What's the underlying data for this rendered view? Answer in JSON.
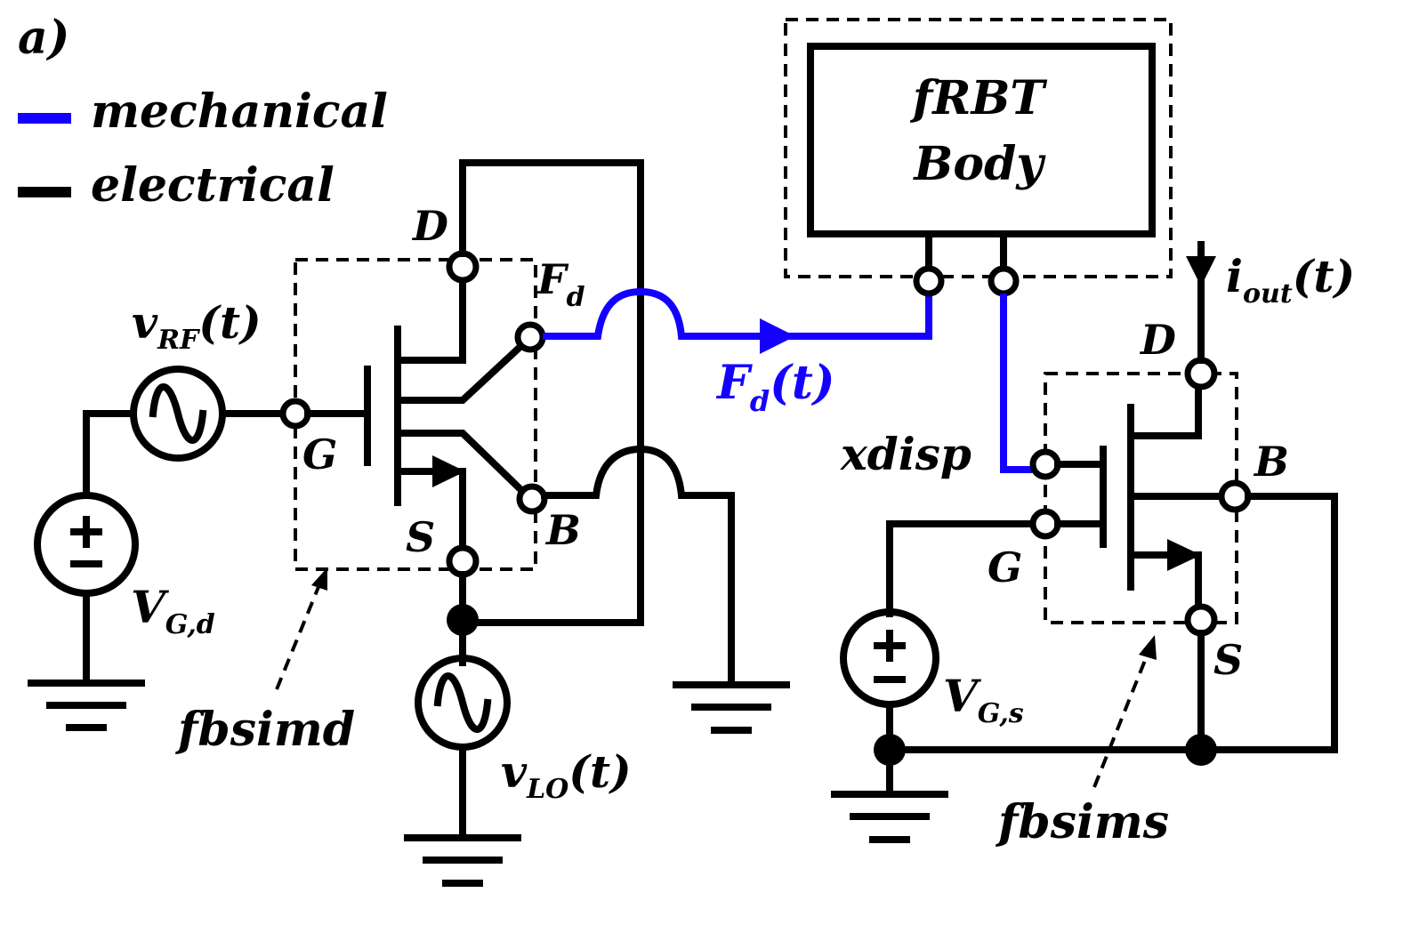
{
  "figure_label": "a)",
  "legend": {
    "mechanical": "mechanical",
    "electrical": "electrical"
  },
  "colors": {
    "mechanical": "#1400ff",
    "electrical": "#000000"
  },
  "drive": {
    "source_rf": {
      "name": "v",
      "sub": "RF",
      "arg": "(t)"
    },
    "source_gate": {
      "name": "V",
      "sub": "G,d"
    },
    "source_lo": {
      "name": "v",
      "sub": "LO",
      "arg": "(t)"
    },
    "device_label": "fbsimd",
    "pins": {
      "D": "D",
      "G": "G",
      "S": "S",
      "B": "B",
      "Fd": "F",
      "Fd_sub": "d"
    }
  },
  "force_signal": {
    "name": "F",
    "sub": "d",
    "arg": "(t)"
  },
  "body_block": {
    "line1": "fRBT",
    "line2": "Body"
  },
  "sense": {
    "source_gate": {
      "name": "V",
      "sub": "G,s"
    },
    "output_current": {
      "name": "i",
      "sub": "out",
      "arg": "(t)"
    },
    "device_label": "fbsims",
    "pins": {
      "D": "D",
      "G": "G",
      "S": "S",
      "B": "B",
      "xdisp": "xdisp"
    }
  },
  "icons": [
    "ac-source-icon",
    "dc-source-icon",
    "ground-icon",
    "transistor-icon",
    "arrow-icon"
  ]
}
